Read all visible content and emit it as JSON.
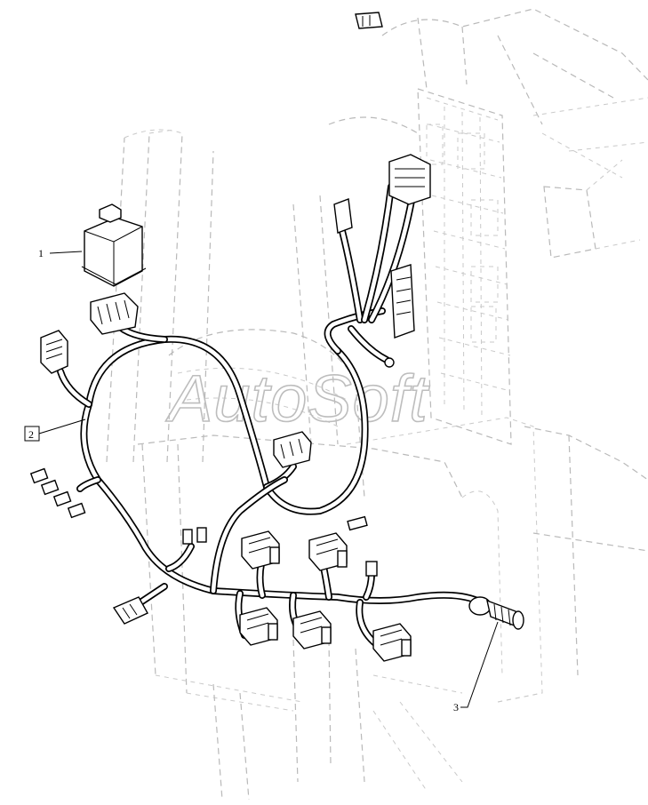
{
  "diagram": {
    "watermark": "AutoSoft",
    "callouts": [
      {
        "id": "1",
        "boxed": false
      },
      {
        "id": "2",
        "boxed": true
      },
      {
        "id": "3",
        "boxed": false
      }
    ]
  }
}
